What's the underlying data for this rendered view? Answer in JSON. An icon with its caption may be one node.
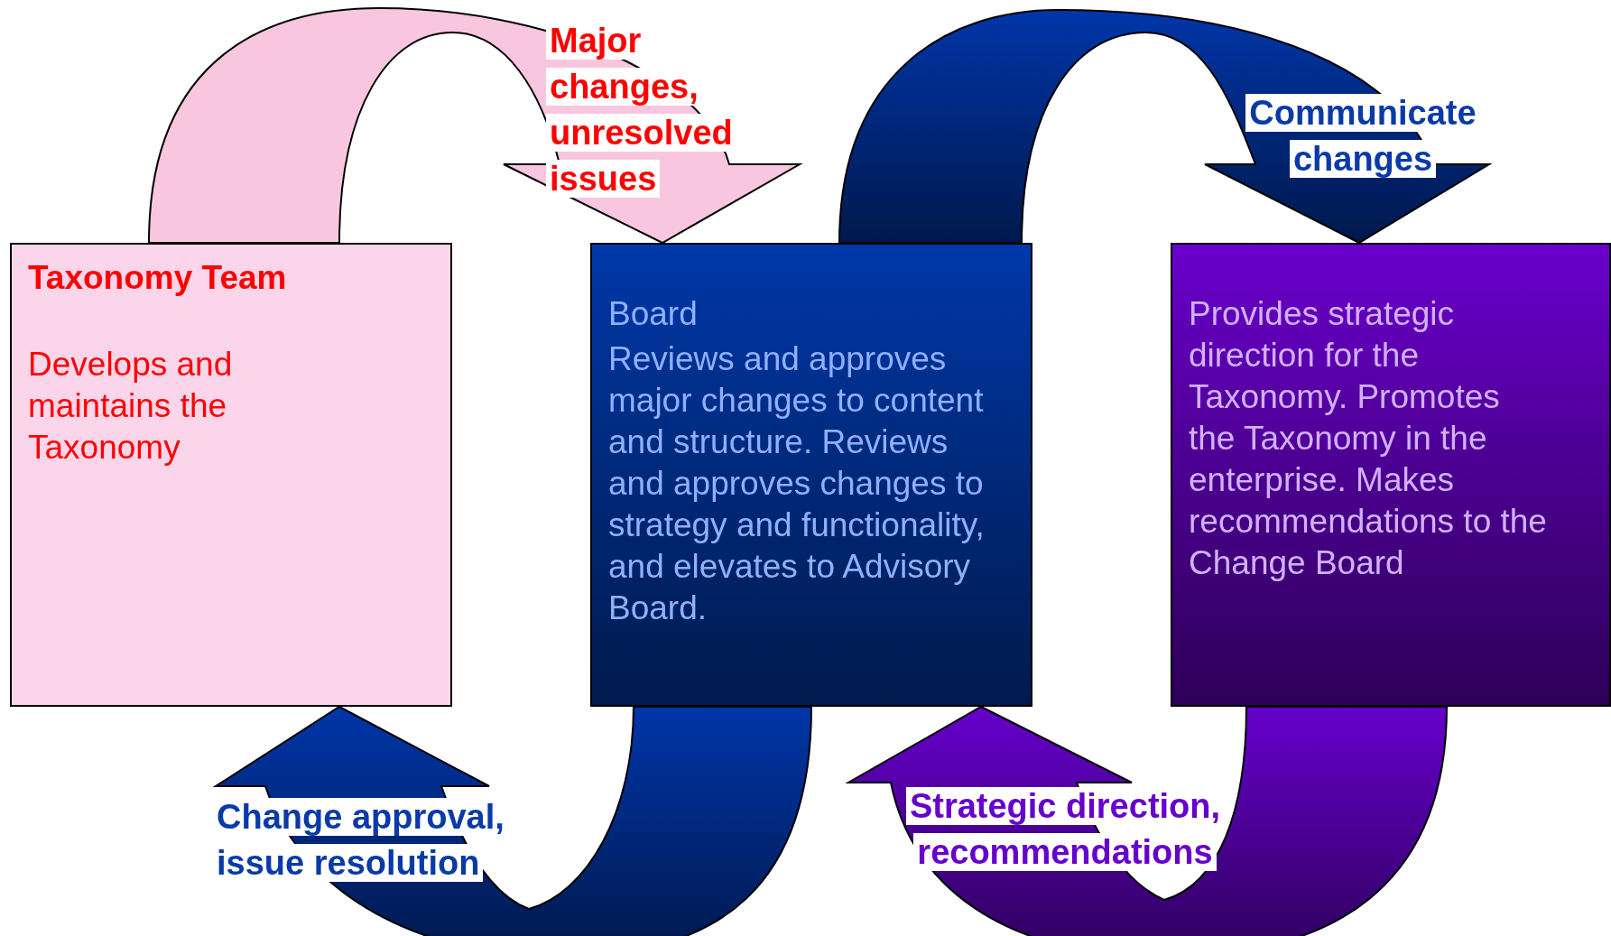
{
  "diagram": {
    "nodes": [
      {
        "text": [
          "Taxonomy Team",
          "Develops and maintains the Taxonomy"
        ]
      },
      {
        "text": [
          "Board",
          "Reviews and approves major changes to content and structure. Reviews and approves changes to strategy and functionality, and elevates to Advisory Board."
        ]
      },
      {
        "text": [
          "Provides strategic direction for the Taxonomy. Promotes the Taxonomy in the enterprise. Makes recommendations to the Change Board"
        ]
      }
    ],
    "edges": [
      {
        "from": 0,
        "to": 1,
        "arrow": "to",
        "label": "Major changes, unresolved issues",
        "color": "#f9c6df"
      },
      {
        "from": 1,
        "to": 2,
        "arrow": "to",
        "label": "Communicate changes"
      },
      {
        "from": 1,
        "to": 0,
        "arrow": "to",
        "label": "Change approval, issue resolution"
      },
      {
        "from": 2,
        "to": 1,
        "arrow": "to",
        "label": "Strategic direction, recommendations",
        "color": "#6600cc"
      }
    ]
  }
}
